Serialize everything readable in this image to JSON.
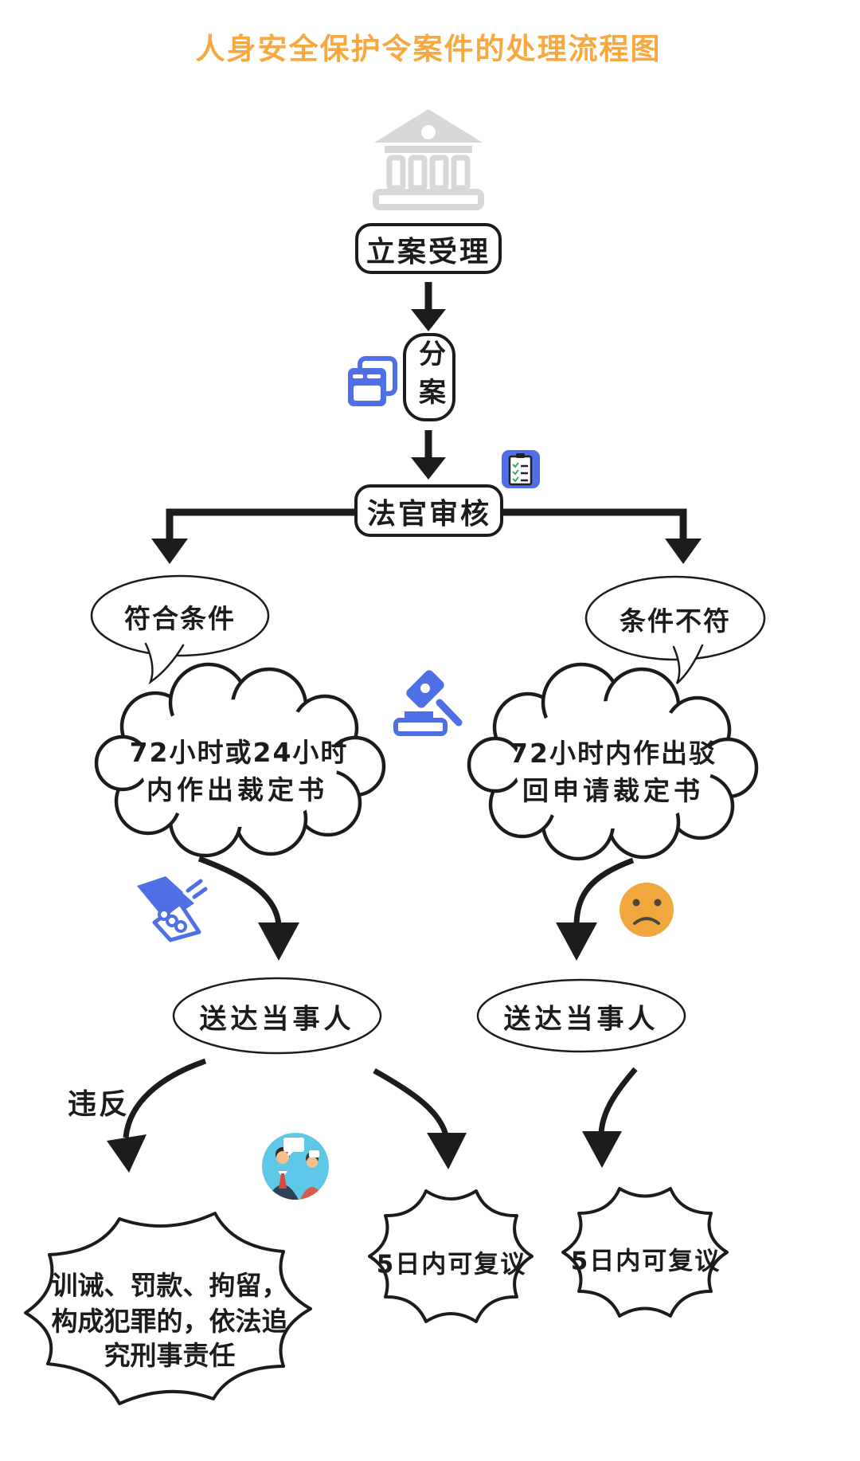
{
  "title": {
    "text": "人身安全保护令案件的处理流程图"
  },
  "nodes": {
    "filing": "立案受理",
    "assignment": "分案",
    "judge_review": "法官审核",
    "meets_conditions": "符合条件",
    "conditions_not_met": "条件不符",
    "cloud_left": {
      "line1": "72小时或24小时",
      "line2": "内作出裁定书"
    },
    "cloud_right": {
      "line1": "72小时内作出驳",
      "line2": "回申请裁定书"
    },
    "serve_left": "送达当事人",
    "serve_right": "送达当事人",
    "violate_label": "违反",
    "penalty_burst": {
      "line1": "训诫、罚款、拘留，",
      "line2": "构成犯罪的，依法追",
      "line3": "究刑事责任"
    },
    "review_burst_middle": "5日内可复议",
    "review_burst_right": "5日内可复议"
  },
  "icons": {
    "courthouse": "courthouse-icon",
    "case_files": "case-files-icon",
    "checklist": "checklist-icon",
    "gavel": "gavel-icon",
    "handshake": "handshake-icon",
    "sad_face": "sad-face-icon",
    "discussion": "discussion-icon"
  },
  "colors": {
    "title_orange": "#F7A83E",
    "outline_black": "#1c1c1c",
    "icon_gray": "#D8D8D8",
    "accent_blue": "#4E6FE5",
    "face_orange": "#EFA73E",
    "discussion_blue": "#5EC8E9"
  }
}
